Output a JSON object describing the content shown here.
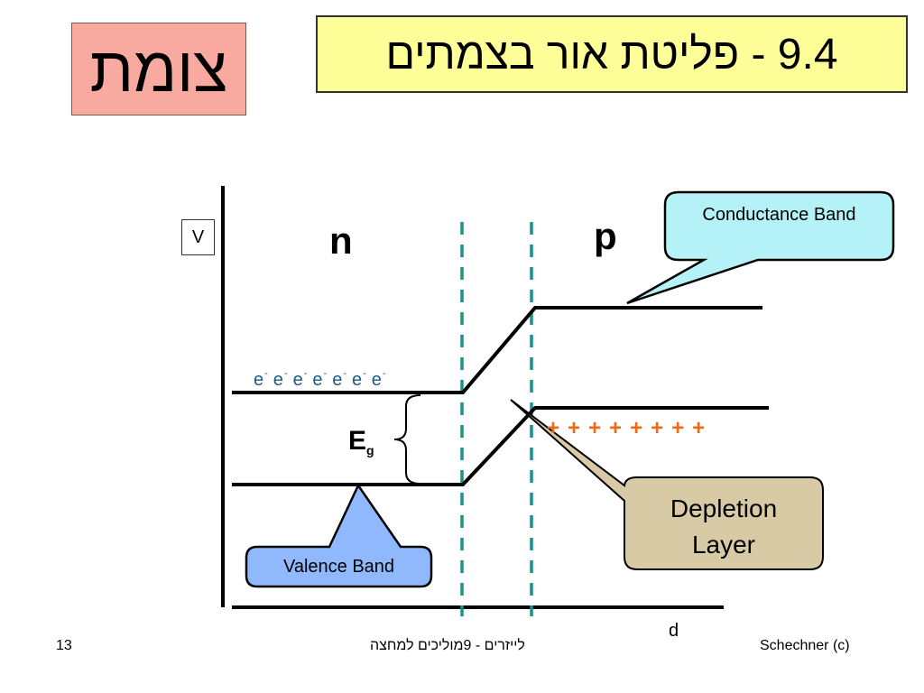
{
  "header": {
    "tag": "צומת",
    "title": "9.4 - פליטת אור בצמתים"
  },
  "diagram": {
    "axis_label_v": "V",
    "axis_label_d": "d",
    "region_n": "n",
    "region_p": "p",
    "electron_symbol": "e",
    "electron_charge": "-",
    "electron_count": 7,
    "hole_symbol": "+",
    "hole_count": 8,
    "gap_label_main": "E",
    "gap_label_sub": "g",
    "conductance_label": "Conductance  Band",
    "valence_label": "Valence Band",
    "depletion_label_line1": "Depletion",
    "depletion_label_line2": "Layer",
    "colors": {
      "conductance_fill": "#b4f2f7",
      "valence_fill": "#8fb8fd",
      "depletion_fill": "#d9caa6",
      "tag_fill": "#f9aaa0",
      "title_fill": "#ffff99",
      "junction_line": "#17928e",
      "electron_text": "#1b5b84",
      "hole_text": "#ef6a18"
    }
  },
  "footer": {
    "page_number": "13",
    "course": "לייזרים  - 9מוליכים למחצה",
    "credit": "Schechner (c)"
  }
}
